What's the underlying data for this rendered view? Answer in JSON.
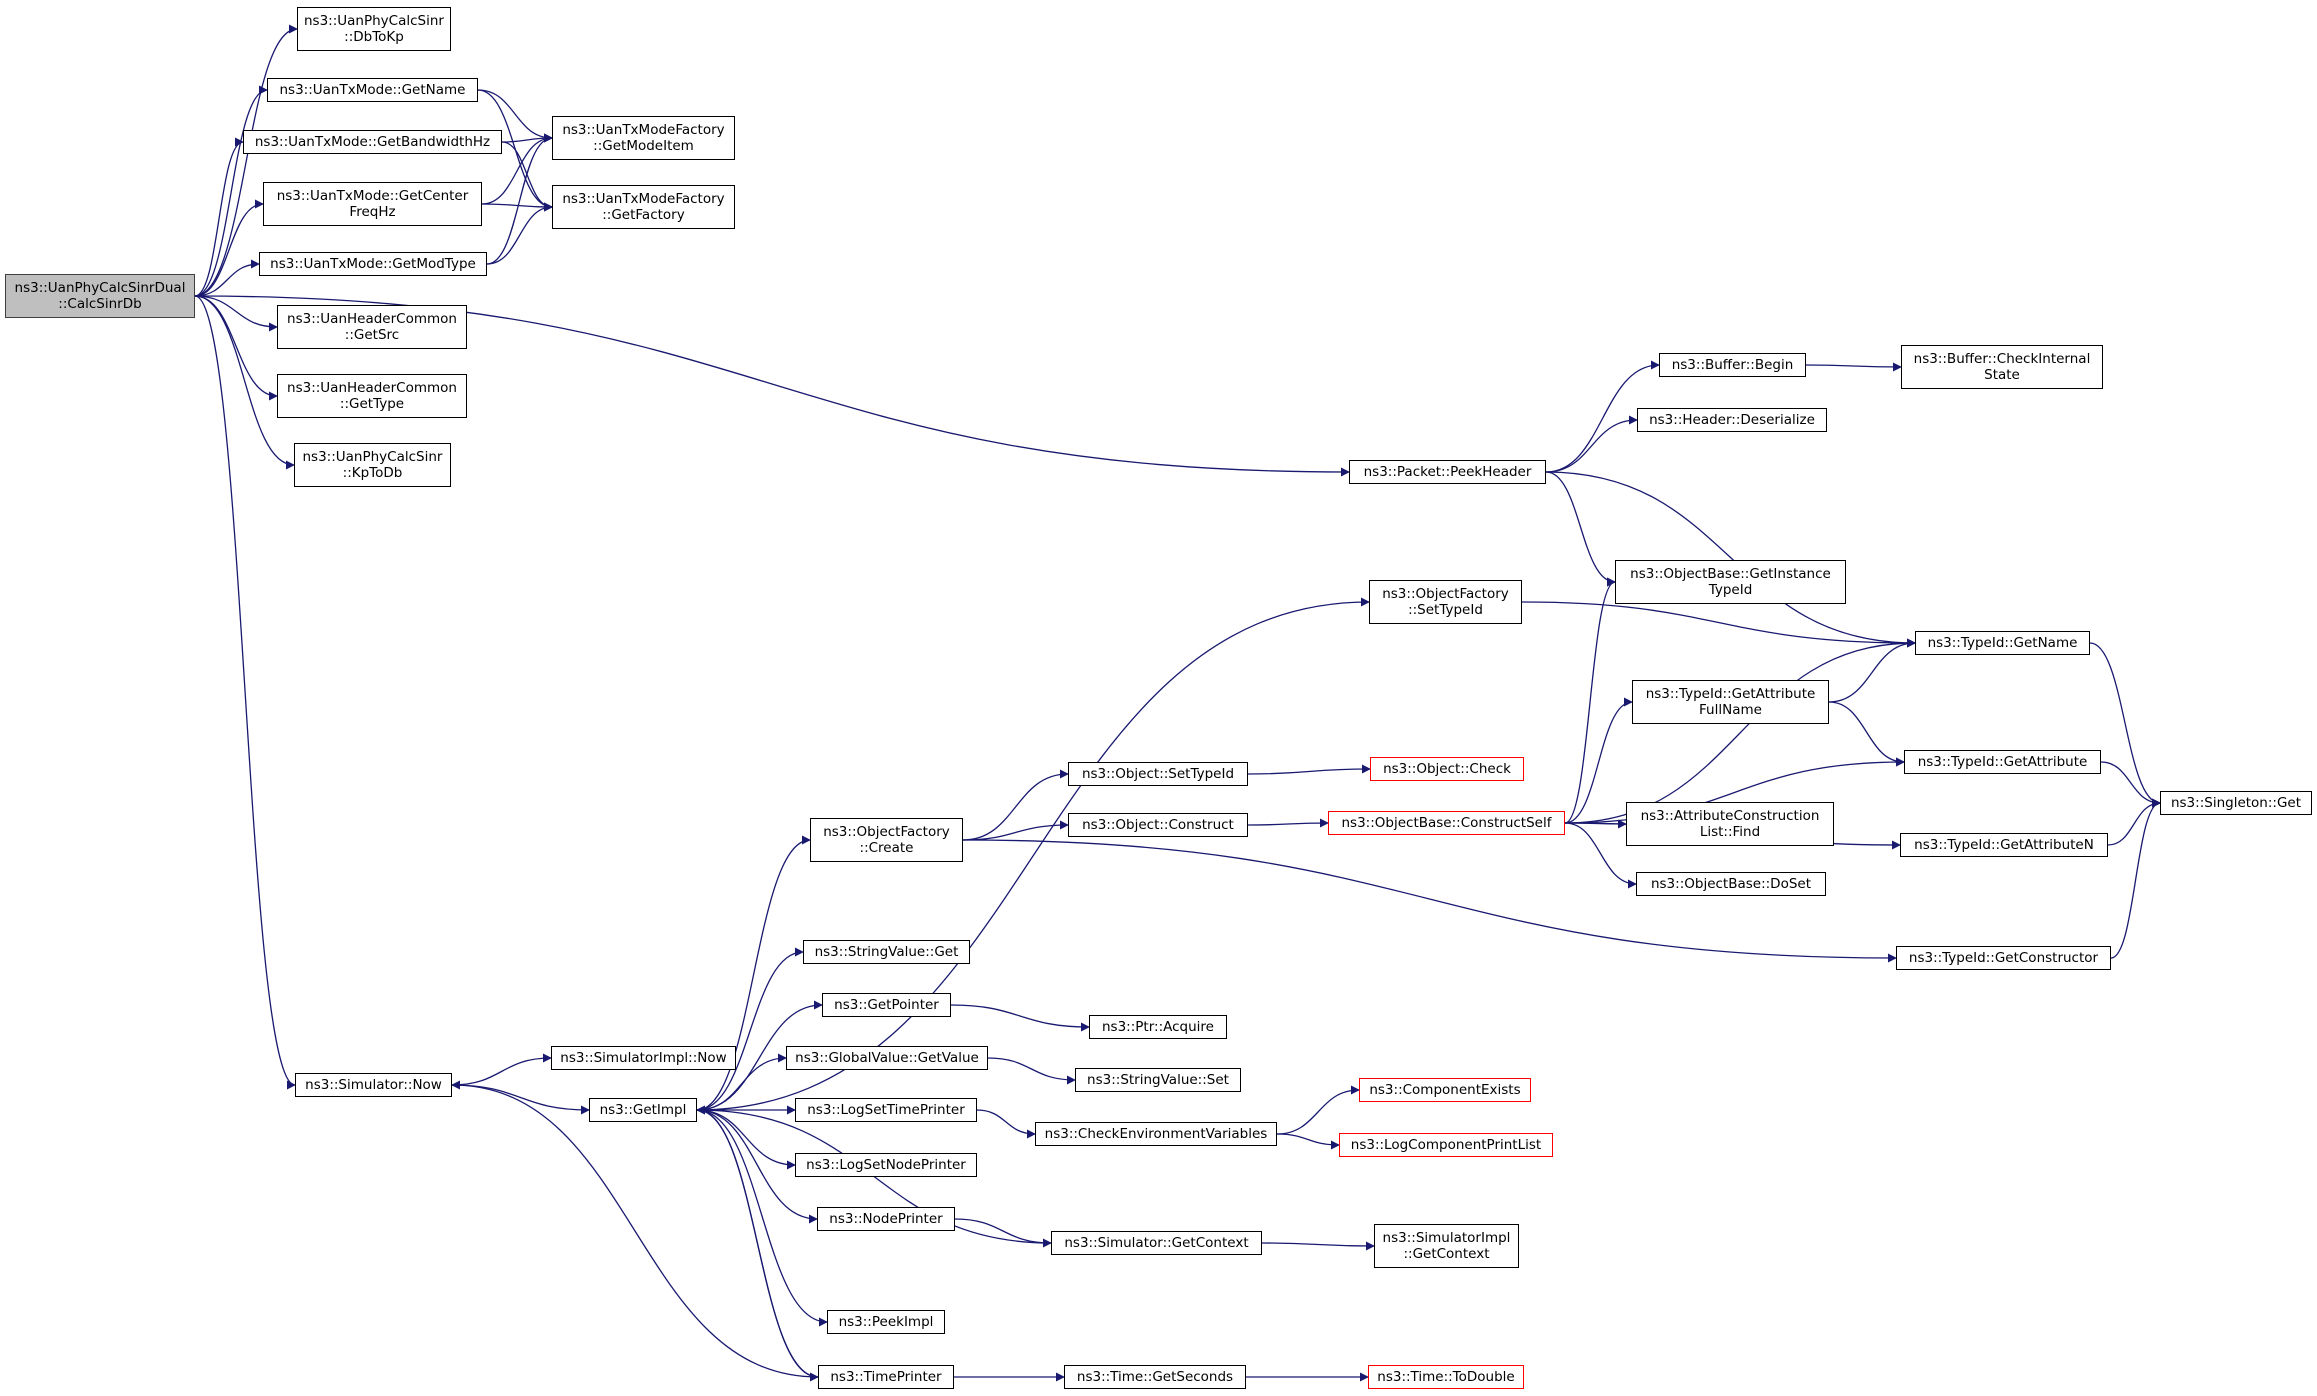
{
  "nodes": {
    "root": "ns3::UanPhyCalcSinrDual\n::CalcSinrDb",
    "dbtokp": "ns3::UanPhyCalcSinr\n::DbToKp",
    "getname_mode": "ns3::UanTxMode::GetName",
    "getbandwidth": "ns3::UanTxMode::GetBandwidthHz",
    "getcenter": "ns3::UanTxMode::GetCenter\nFreqHz",
    "getmodtype": "ns3::UanTxMode::GetModType",
    "getmodeitem": "ns3::UanTxModeFactory\n::GetModeItem",
    "getfactory": "ns3::UanTxModeFactory\n::GetFactory",
    "getsrc": "ns3::UanHeaderCommon\n::GetSrc",
    "gettype": "ns3::UanHeaderCommon\n::GetType",
    "kptodb": "ns3::UanPhyCalcSinr\n::KpToDb",
    "peekheader": "ns3::Packet::PeekHeader",
    "buffer_begin": "ns3::Buffer::Begin",
    "buffer_check": "ns3::Buffer::CheckInternal\nState",
    "header_deserialize": "ns3::Header::Deserialize",
    "getinstancetypeid": "ns3::ObjectBase::GetInstance\nTypeId",
    "settypeid_factory": "ns3::ObjectFactory\n::SetTypeId",
    "typeid_getname": "ns3::TypeId::GetName",
    "getattributefullname": "ns3::TypeId::GetAttribute\nFullName",
    "typeid_getattribute": "ns3::TypeId::GetAttribute",
    "singleton_get": "ns3::Singleton::Get",
    "object_settypeid": "ns3::Object::SetTypeId",
    "object_check": "ns3::Object::Check",
    "objectfactory_create": "ns3::ObjectFactory\n::Create",
    "object_construct": "ns3::Object::Construct",
    "constructself": "ns3::ObjectBase::ConstructSelf",
    "attrconstruction_find": "ns3::AttributeConstruction\nList::Find",
    "getattributen": "ns3::TypeId::GetAttributeN",
    "objectbase_doset": "ns3::ObjectBase::DoSet",
    "getconstructor": "ns3::TypeId::GetConstructor",
    "stringvalue_get": "ns3::StringValue::Get",
    "getpointer": "ns3::GetPointer",
    "ptr_acquire": "ns3::Ptr::Acquire",
    "simulator_now": "ns3::Simulator::Now",
    "simimpl_now": "ns3::SimulatorImpl::Now",
    "globalvalue_getvalue": "ns3::GlobalValue::GetValue",
    "stringvalue_set": "ns3::StringValue::Set",
    "getimpl": "ns3::GetImpl",
    "logsettimeprinter": "ns3::LogSetTimePrinter",
    "componentexists": "ns3::ComponentExists",
    "checkenvvars": "ns3::CheckEnvironmentVariables",
    "logcomponentprintlist": "ns3::LogComponentPrintList",
    "logsetnodeprinter": "ns3::LogSetNodePrinter",
    "nodeprinter": "ns3::NodePrinter",
    "simulator_getcontext": "ns3::Simulator::GetContext",
    "simimpl_getcontext": "ns3::SimulatorImpl\n::GetContext",
    "peekimpl": "ns3::PeekImpl",
    "timeprinter": "ns3::TimePrinter",
    "time_getseconds": "ns3::Time::GetSeconds",
    "time_todouble": "ns3::Time::ToDouble"
  },
  "colors": {
    "edge": "#191970",
    "root_fill": "#bfbfbf",
    "truncated_border": "#ff0000"
  },
  "edges": [
    [
      "root",
      "dbtokp"
    ],
    [
      "root",
      "getname_mode"
    ],
    [
      "root",
      "getbandwidth"
    ],
    [
      "root",
      "getcenter"
    ],
    [
      "root",
      "getmodtype"
    ],
    [
      "root",
      "getsrc"
    ],
    [
      "root",
      "gettype"
    ],
    [
      "root",
      "kptodb"
    ],
    [
      "root",
      "peekheader"
    ],
    [
      "root",
      "simulator_now"
    ],
    [
      "getname_mode",
      "getmodeitem"
    ],
    [
      "getname_mode",
      "getfactory"
    ],
    [
      "getbandwidth",
      "getmodeitem"
    ],
    [
      "getbandwidth",
      "getfactory"
    ],
    [
      "getcenter",
      "getmodeitem"
    ],
    [
      "getcenter",
      "getfactory"
    ],
    [
      "getmodtype",
      "getmodeitem"
    ],
    [
      "getmodtype",
      "getfactory"
    ],
    [
      "peekheader",
      "buffer_begin"
    ],
    [
      "peekheader",
      "header_deserialize"
    ],
    [
      "peekheader",
      "getinstancetypeid"
    ],
    [
      "peekheader",
      "typeid_getname"
    ],
    [
      "buffer_begin",
      "buffer_check"
    ],
    [
      "settypeid_factory",
      "typeid_getname"
    ],
    [
      "typeid_getname",
      "singleton_get"
    ],
    [
      "getattributefullname",
      "typeid_getname"
    ],
    [
      "getattributefullname",
      "typeid_getattribute"
    ],
    [
      "typeid_getattribute",
      "singleton_get"
    ],
    [
      "getattributen",
      "singleton_get"
    ],
    [
      "getconstructor",
      "singleton_get"
    ],
    [
      "objectfactory_create",
      "object_settypeid"
    ],
    [
      "objectfactory_create",
      "object_construct"
    ],
    [
      "objectfactory_create",
      "getconstructor"
    ],
    [
      "object_settypeid",
      "object_check"
    ],
    [
      "object_construct",
      "constructself"
    ],
    [
      "constructself",
      "getinstancetypeid"
    ],
    [
      "constructself",
      "typeid_getname"
    ],
    [
      "constructself",
      "getattributefullname"
    ],
    [
      "constructself",
      "typeid_getattribute"
    ],
    [
      "constructself",
      "attrconstruction_find"
    ],
    [
      "constructself",
      "objectbase_doset"
    ],
    [
      "constructself",
      "getattributen"
    ],
    [
      "simulator_now",
      "simimpl_now"
    ],
    [
      "simulator_now",
      "getimpl"
    ],
    [
      "getimpl",
      "objectfactory_create"
    ],
    [
      "getimpl",
      "settypeid_factory"
    ],
    [
      "getimpl",
      "stringvalue_get"
    ],
    [
      "getimpl",
      "getpointer"
    ],
    [
      "getimpl",
      "globalvalue_getvalue"
    ],
    [
      "getimpl",
      "logsettimeprinter"
    ],
    [
      "getimpl",
      "logsetnodeprinter"
    ],
    [
      "getimpl",
      "nodeprinter"
    ],
    [
      "getimpl",
      "peekimpl"
    ],
    [
      "getimpl",
      "timeprinter"
    ],
    [
      "getpointer",
      "ptr_acquire"
    ],
    [
      "globalvalue_getvalue",
      "stringvalue_set"
    ],
    [
      "logsettimeprinter",
      "checkenvvars"
    ],
    [
      "checkenvvars",
      "componentexists"
    ],
    [
      "checkenvvars",
      "logcomponentprintlist"
    ],
    [
      "nodeprinter",
      "simulator_getcontext"
    ],
    [
      "simulator_getcontext",
      "simimpl_getcontext"
    ],
    [
      "simulator_getcontext",
      "getimpl"
    ],
    [
      "timeprinter",
      "time_getseconds"
    ],
    [
      "timeprinter",
      "simulator_now"
    ],
    [
      "timeprinter",
      "getimpl"
    ],
    [
      "time_getseconds",
      "time_todouble"
    ]
  ]
}
